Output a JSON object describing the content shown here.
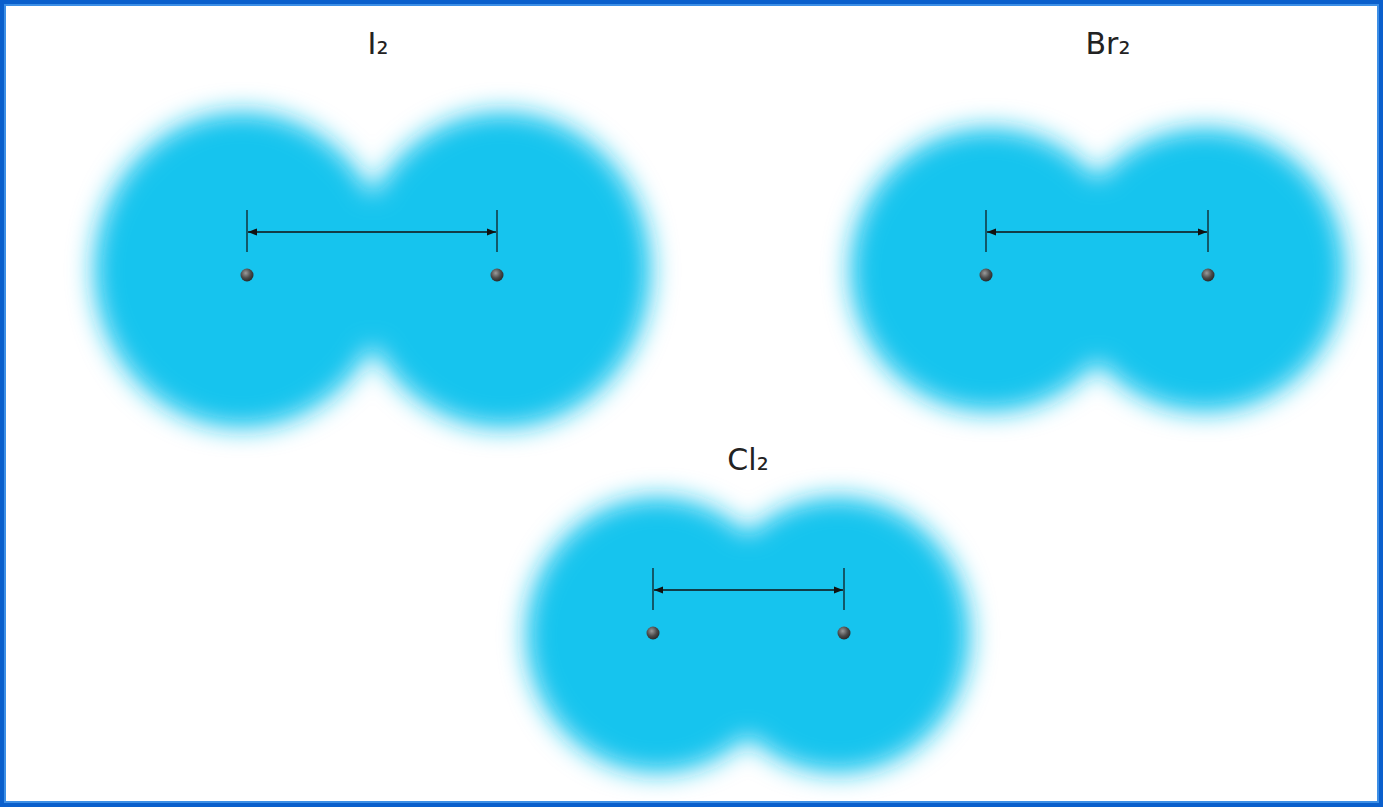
{
  "diagram": {
    "nodes": [
      {
        "text": [
          "I₂"
        ]
      },
      {
        "text": [
          "Br₂"
        ]
      },
      {
        "text": [
          "Cl₂"
        ]
      }
    ]
  }
}
